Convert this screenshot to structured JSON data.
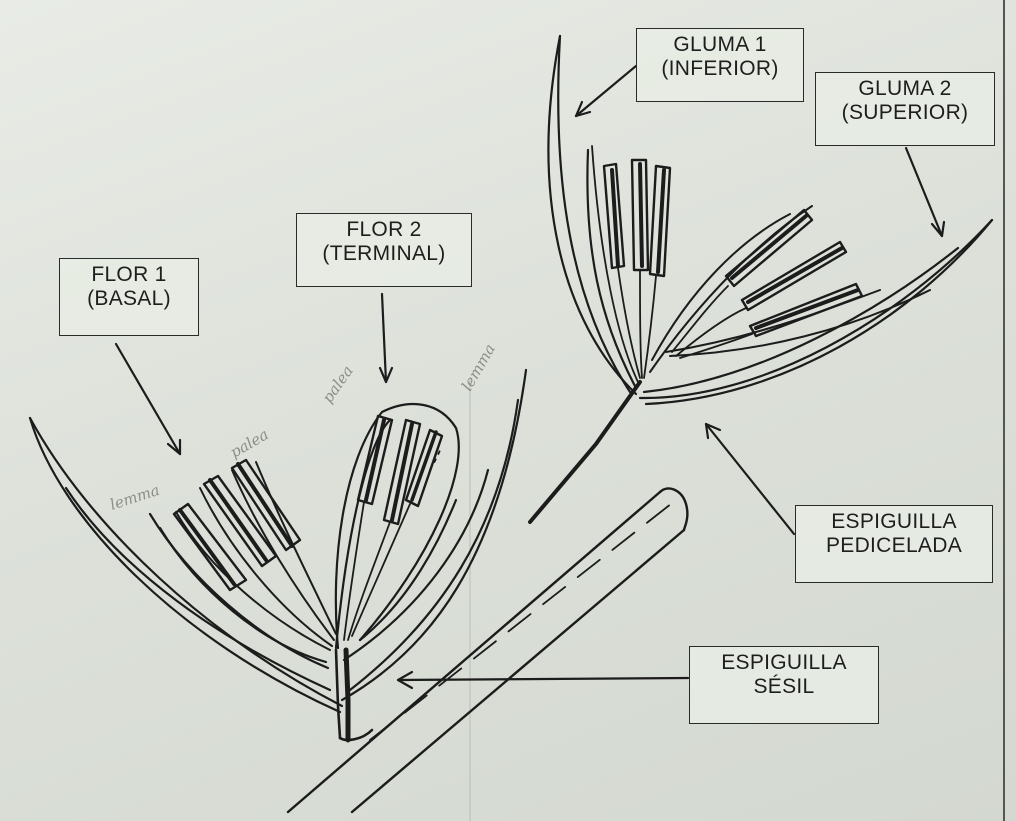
{
  "labels": {
    "gluma1": {
      "line1": "GLUMA 1",
      "line2": "(INFERIOR)"
    },
    "gluma2": {
      "line1": "GLUMA 2",
      "line2": "(SUPERIOR)"
    },
    "flor2": {
      "line1": "FLOR 2",
      "line2": "(TERMINAL)"
    },
    "flor1": {
      "line1": "FLOR 1",
      "line2": "(BASAL)"
    },
    "espiguilla_pedicelada": {
      "line1": "ESPIGUILLA",
      "line2": "PEDICELADA"
    },
    "espiguilla_sesil": {
      "line1": "ESPIGUILLA",
      "line2": "SÉSIL"
    }
  },
  "handwritten": {
    "lemma_1": "lemma",
    "palea_1": "palea",
    "palea_2": "palea",
    "lemma_2": "lemma"
  },
  "colors": {
    "ink": "#1c1c1c",
    "paper": "#e3e6df",
    "pencil": "#8a8f86"
  }
}
